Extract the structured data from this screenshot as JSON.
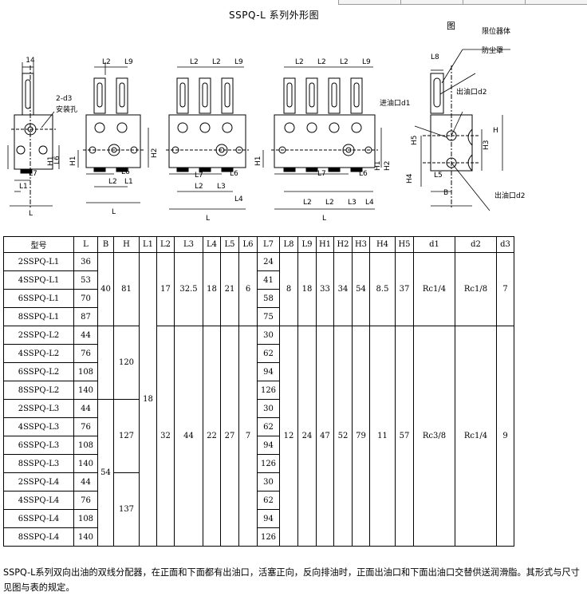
{
  "title": "SSPQ-L 系列外形图",
  "drawing": {
    "fig_label": "图",
    "callouts": {
      "holes": "2-d3",
      "mount": "安装孔",
      "limiter": "限位器体",
      "dust_cap": "防尘罩",
      "outlet_top": "出油口d2",
      "inlet": "进油口d1",
      "outlet_bottom": "出油口d2"
    },
    "dims": {
      "d14": "14",
      "L": "L",
      "L1": "L1",
      "L2": "L2",
      "L3": "L3",
      "L4": "L4",
      "L5": "L5",
      "L6": "L6",
      "L7": "L7",
      "L8": "L8",
      "L9": "L9",
      "H": "H",
      "H1": "H1",
      "H2": "H2",
      "H3": "H3",
      "H4": "H4",
      "H5": "H5",
      "B": "B"
    }
  },
  "table": {
    "headers": [
      "型号",
      "L",
      "B",
      "H",
      "L1",
      "L2",
      "L3",
      "L4",
      "L5",
      "L6",
      "L7",
      "L8",
      "L9",
      "H1",
      "H2",
      "H3",
      "H4",
      "H5",
      "d1",
      "d2",
      "d3"
    ],
    "models": [
      "2SSPQ-L1",
      "4SSPQ-L1",
      "6SSPQ-L1",
      "8SSPQ-L1",
      "2SSPQ-L2",
      "4SSPQ-L2",
      "6SSPQ-L2",
      "8SSPQ-L2",
      "2SSPQ-L3",
      "4SSPQ-L3",
      "6SSPQ-L3",
      "8SSPQ-L3",
      "2SSPQ-L4",
      "4SSPQ-L4",
      "6SSPQ-L4",
      "8SSPQ-L4"
    ],
    "L": [
      "36",
      "53",
      "70",
      "87",
      "44",
      "76",
      "108",
      "140",
      "44",
      "76",
      "108",
      "140",
      "44",
      "76",
      "108",
      "140"
    ],
    "L7": [
      "24",
      "41",
      "58",
      "75",
      "30",
      "62",
      "94",
      "126",
      "30",
      "62",
      "94",
      "126",
      "30",
      "62",
      "94",
      "126"
    ],
    "B": [
      "40",
      "54"
    ],
    "H": [
      "81",
      "120",
      "127",
      "137"
    ],
    "L1": "18",
    "group1": {
      "L2": "17",
      "L3": "32.5",
      "L4": "18",
      "L5": "21",
      "L6": "6",
      "L8": "8",
      "L9": "18",
      "H1": "33",
      "H2": "34",
      "H3": "54",
      "H4": "8.5",
      "H5": "37",
      "d1": "Rc1/4",
      "d2": "Rc1/8",
      "d3": "7"
    },
    "group2": {
      "L2": "32",
      "L3": "44",
      "L4": "22",
      "L5": "27",
      "L6": "7",
      "L8": "12",
      "L9": "24",
      "H1": "47",
      "H2": "52",
      "H3": "79",
      "H4": "11",
      "H5": "57",
      "d1": "Rc3/8",
      "d2": "Rc1/4",
      "d3": "9"
    }
  },
  "caption": "SSPQ-L系列双向出油的双线分配器，在正面和下面都有出油口，活塞正向，反向排油时，正面出油口和下面出油口交替供送润滑脂。其形式与尺寸见图与表的规定。"
}
